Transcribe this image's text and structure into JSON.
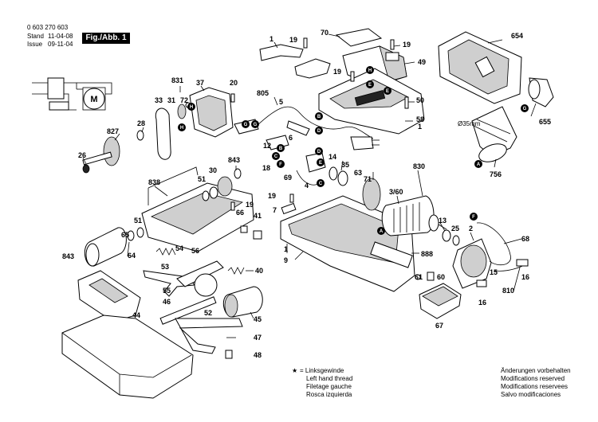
{
  "header": {
    "part_number": "0 603 270 603",
    "stand_label": "Stand",
    "stand_value": "11-04-08",
    "issue_label": "Issue",
    "issue_value": "09-11-04",
    "figure_label": "Fig./Abb. 1"
  },
  "legend": {
    "symbol": "★",
    "left_hand_thread": [
      "= Linksgewinde",
      "Left hand thread",
      "Filetage gauche",
      "Rosca izquierda"
    ],
    "modifications": [
      "Änderungen vorbehalten",
      "Modifications reserved",
      "Modifications reservees",
      "Salvo modificaciones"
    ]
  },
  "motor_symbol": "M",
  "diameter_label": "Ø35mm",
  "callouts": [
    {
      "id": "c1",
      "text": "1"
    },
    {
      "id": "c19a",
      "text": "19"
    },
    {
      "id": "c70",
      "text": "70"
    },
    {
      "id": "c19b",
      "text": "19"
    },
    {
      "id": "c654",
      "text": "654"
    },
    {
      "id": "c49",
      "text": "49"
    },
    {
      "id": "c831",
      "text": "831"
    },
    {
      "id": "c37",
      "text": "37"
    },
    {
      "id": "c20",
      "text": "20"
    },
    {
      "id": "c805",
      "text": "805"
    },
    {
      "id": "c5",
      "text": "5"
    },
    {
      "id": "c19c",
      "text": "19"
    },
    {
      "id": "c50",
      "text": "50"
    },
    {
      "id": "c655",
      "text": "655"
    },
    {
      "id": "c33",
      "text": "33"
    },
    {
      "id": "c31",
      "text": "31"
    },
    {
      "id": "c72",
      "text": "72"
    },
    {
      "id": "c58",
      "text": "58"
    },
    {
      "id": "c1b",
      "text": "1"
    },
    {
      "id": "c827",
      "text": "827"
    },
    {
      "id": "c28",
      "text": "28"
    },
    {
      "id": "c6",
      "text": "6"
    },
    {
      "id": "c12",
      "text": "12"
    },
    {
      "id": "c26",
      "text": "26"
    },
    {
      "id": "c843a",
      "text": "843"
    },
    {
      "id": "c30",
      "text": "30"
    },
    {
      "id": "c18",
      "text": "18"
    },
    {
      "id": "c14",
      "text": "14"
    },
    {
      "id": "c35",
      "text": "35"
    },
    {
      "id": "c63",
      "text": "63"
    },
    {
      "id": "c71",
      "text": "71"
    },
    {
      "id": "c830",
      "text": "830"
    },
    {
      "id": "c756",
      "text": "756"
    },
    {
      "id": "c838",
      "text": "838"
    },
    {
      "id": "c51a",
      "text": "51"
    },
    {
      "id": "c69",
      "text": "69"
    },
    {
      "id": "c4",
      "text": "4"
    },
    {
      "id": "c360",
      "text": "3/60"
    },
    {
      "id": "c19d",
      "text": "19"
    },
    {
      "id": "c19e",
      "text": "19"
    },
    {
      "id": "c7",
      "text": "7"
    },
    {
      "id": "c66",
      "text": "66"
    },
    {
      "id": "c41",
      "text": "41"
    },
    {
      "id": "c13",
      "text": "13"
    },
    {
      "id": "c51b",
      "text": "51"
    },
    {
      "id": "c2",
      "text": "2"
    },
    {
      "id": "c25",
      "text": "25"
    },
    {
      "id": "c68",
      "text": "68"
    },
    {
      "id": "c65",
      "text": "65"
    },
    {
      "id": "c843b",
      "text": "843"
    },
    {
      "id": "c64",
      "text": "64"
    },
    {
      "id": "c54",
      "text": "54"
    },
    {
      "id": "c56",
      "text": "56"
    },
    {
      "id": "c1c",
      "text": "1"
    },
    {
      "id": "c9",
      "text": "9"
    },
    {
      "id": "c888",
      "text": "888"
    },
    {
      "id": "c53",
      "text": "53"
    },
    {
      "id": "c40",
      "text": "40"
    },
    {
      "id": "c61",
      "text": "61"
    },
    {
      "id": "c60",
      "text": "60"
    },
    {
      "id": "c15",
      "text": "15"
    },
    {
      "id": "c16a",
      "text": "16"
    },
    {
      "id": "c55",
      "text": "55"
    },
    {
      "id": "c46",
      "text": "46"
    },
    {
      "id": "c44",
      "text": "44"
    },
    {
      "id": "c52",
      "text": "52"
    },
    {
      "id": "c45",
      "text": "45"
    },
    {
      "id": "c810",
      "text": "810"
    },
    {
      "id": "c16b",
      "text": "16"
    },
    {
      "id": "c67",
      "text": "67"
    },
    {
      "id": "c47",
      "text": "47"
    },
    {
      "id": "c48",
      "text": "48"
    }
  ],
  "connectors": [
    {
      "id": "kE1",
      "text": "E"
    },
    {
      "id": "kB1",
      "text": "B"
    },
    {
      "id": "kD1",
      "text": "D"
    },
    {
      "id": "kH1",
      "text": "H"
    },
    {
      "id": "kH2",
      "text": "H"
    },
    {
      "id": "kG1",
      "text": "G"
    },
    {
      "id": "kG2",
      "text": "G"
    },
    {
      "id": "kG3",
      "text": "G"
    },
    {
      "id": "kA1",
      "text": "A"
    },
    {
      "id": "kB2",
      "text": "B"
    },
    {
      "id": "kC1",
      "text": "C"
    },
    {
      "id": "kF1",
      "text": "F"
    },
    {
      "id": "kD2",
      "text": "D"
    },
    {
      "id": "kE2",
      "text": "E"
    },
    {
      "id": "kC2",
      "text": "C"
    },
    {
      "id": "kA2",
      "text": "A"
    },
    {
      "id": "kF2",
      "text": "F"
    },
    {
      "id": "kE3",
      "text": "E"
    },
    {
      "id": "kH3",
      "text": "H"
    }
  ]
}
